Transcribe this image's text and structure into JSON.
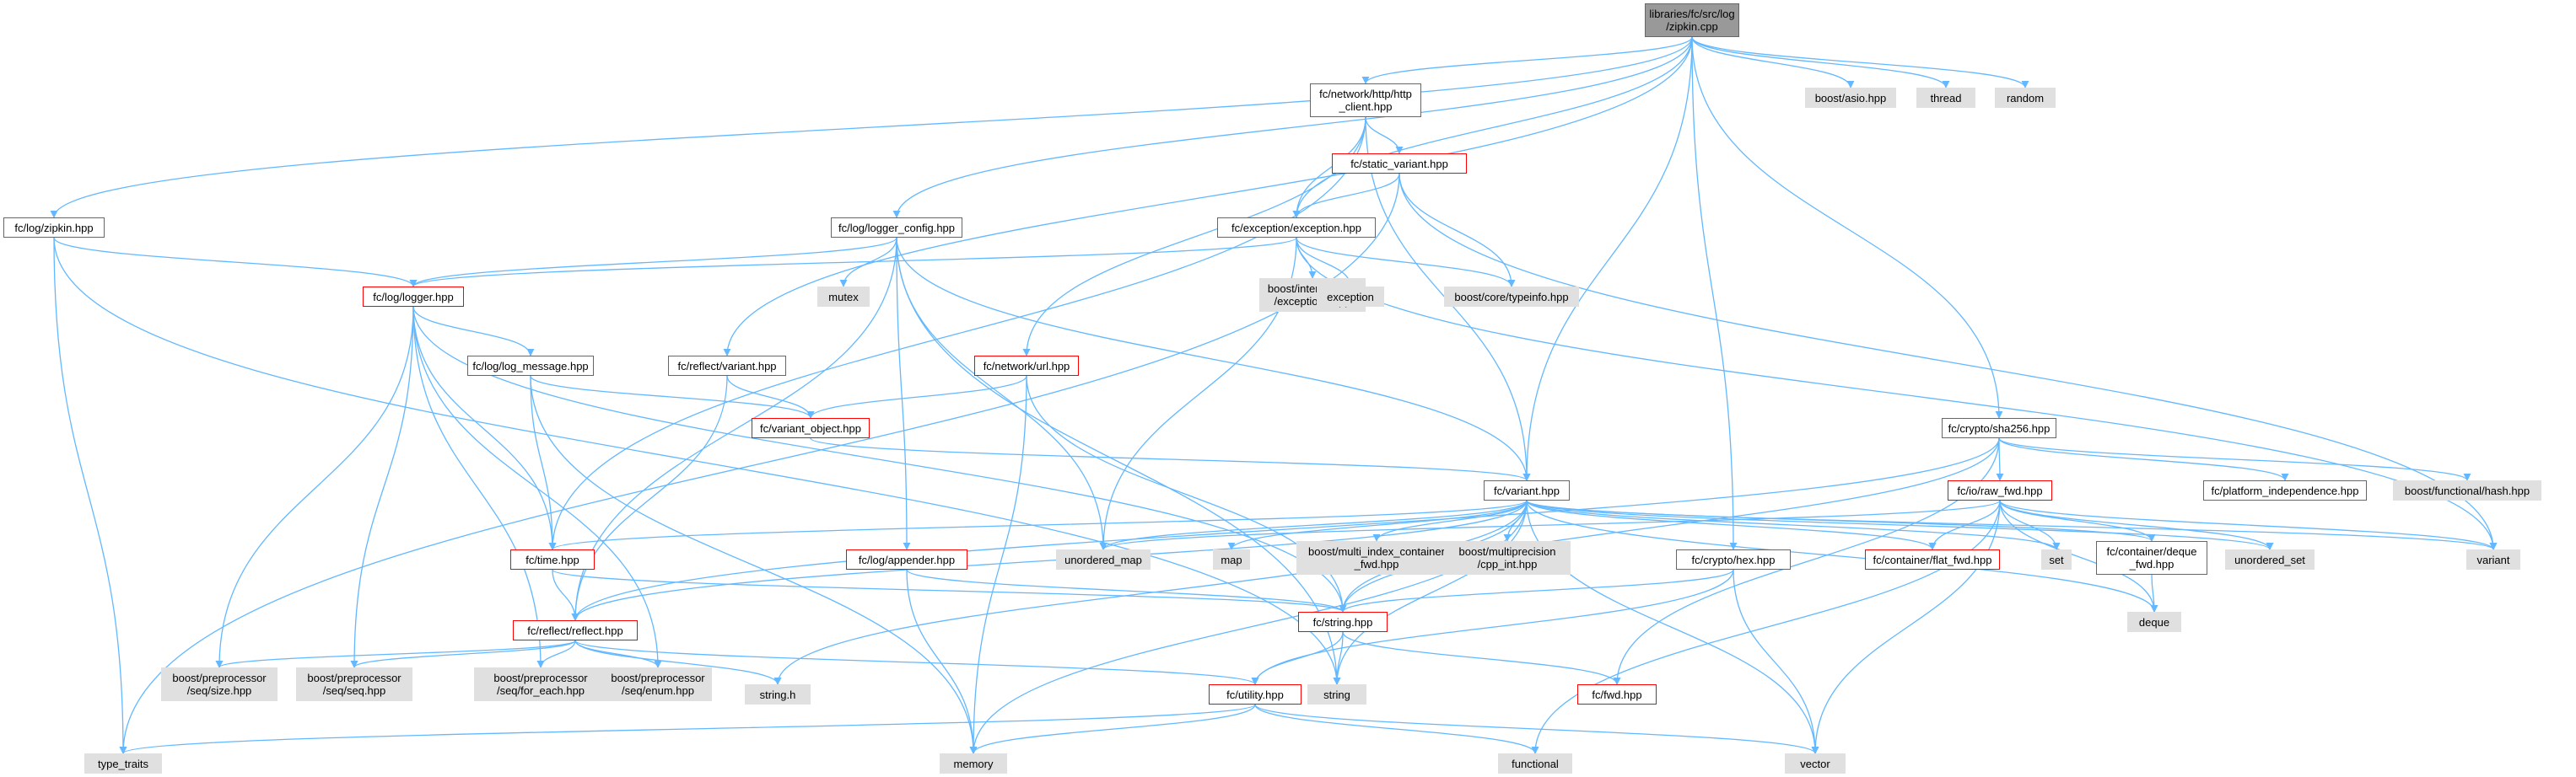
{
  "graph": {
    "edge_color": "#63b8ff",
    "nodes": {
      "root": "libraries/fc/src/log\n/zipkin.cpp",
      "zipkin_hpp": "fc/log/zipkin.hpp",
      "http_client": "fc/network/http/http\n_client.hpp",
      "boost_asio": "boost/asio.hpp",
      "thread": "thread",
      "random": "random",
      "static_variant": "fc/static_variant.hpp",
      "logger_config": "fc/log/logger_config.hpp",
      "exception_hpp": "fc/exception/exception.hpp",
      "logger_hpp": "fc/log/logger.hpp",
      "mutex": "mutex",
      "boost_interprocess": "boost/interprocess\n/exceptions.hpp",
      "exception": "exception",
      "boost_typeinfo": "boost/core/typeinfo.hpp",
      "log_message": "fc/log/log_message.hpp",
      "reflect_variant": "fc/reflect/variant.hpp",
      "network_url": "fc/network/url.hpp",
      "variant_object": "fc/variant_object.hpp",
      "sha256": "fc/crypto/sha256.hpp",
      "raw_fwd": "fc/io/raw_fwd.hpp",
      "platform_independence": "fc/platform_independence.hpp",
      "boost_hash": "boost/functional/hash.hpp",
      "variant_hpp": "fc/variant.hpp",
      "unordered_map": "unordered_map",
      "map": "map",
      "boost_multi_index": "boost/multi_index_container\n_fwd.hpp",
      "boost_multiprecision": "boost/multiprecision\n/cpp_int.hpp",
      "flat_fwd": "fc/container/flat_fwd.hpp",
      "set": "set",
      "deque_fwd": "fc/container/deque\n_fwd.hpp",
      "unordered_set": "unordered_set",
      "variant": "variant",
      "time_hpp": "fc/time.hpp",
      "appender": "fc/log/appender.hpp",
      "crypto_hex": "fc/crypto/hex.hpp",
      "deque": "deque",
      "string_hpp": "fc/string.hpp",
      "reflect_hpp": "fc/reflect/reflect.hpp",
      "pp_size": "boost/preprocessor\n/seq/size.hpp",
      "pp_seq": "boost/preprocessor\n/seq/seq.hpp",
      "pp_for_each": "boost/preprocessor\n/seq/for_each.hpp",
      "pp_enum": "boost/preprocessor\n/seq/enum.hpp",
      "string_h": "string.h",
      "string": "string",
      "utility_hpp": "fc/utility.hpp",
      "fwd_hpp": "fc/fwd.hpp",
      "type_traits": "type_traits",
      "memory": "memory",
      "functional": "functional",
      "vector": "vector"
    }
  }
}
